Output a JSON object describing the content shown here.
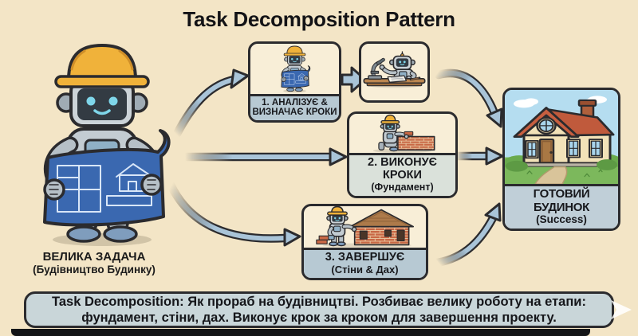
{
  "title": "Task Decomposition Pattern",
  "big_task": {
    "line1": "ВЕЛИКА ЗАДАЧА",
    "line2": "(Будівництво Будинку)"
  },
  "steps": [
    {
      "line1": "1. АНАЛІЗУЄ &",
      "line2": "ВИЗНАЧАЄ КРОКИ"
    },
    {
      "line1": "2. ВИКОНУЄ КРОКИ",
      "line2": "(Фундамент)"
    },
    {
      "line1": "3. ЗАВЕРШУЄ",
      "line2": "(Стіни & Дах)"
    }
  ],
  "result": {
    "line1": "ГОТОВИЙ БУДИНОК",
    "line2": "(Success)"
  },
  "caption": "Task Decomposition: Як прораб на будівництві. Розбиває велику роботу на етапи: фундамент, стіни, дах. Виконує крок за кроком для завершення проекту.",
  "icons": {
    "big_task": "robot-foreman-with-blueprint",
    "step1a": "robot-reading-blueprint",
    "step1b": "robot-analyzing-at-desk",
    "step2": "robot-laying-bricks",
    "step3": "robot-building-house",
    "result": "finished-house",
    "next": "next-chevron"
  },
  "colors": {
    "background": "#f3e5c6",
    "card-bg": "#f8eed7",
    "band-blue": "#b7c9d3",
    "band-pale": "#dae1da",
    "band-result": "#c0cfd8",
    "caption-bg": "#c9d6d9",
    "arrow-fill": "#a9c4d8",
    "outline": "#2b2b2e"
  }
}
